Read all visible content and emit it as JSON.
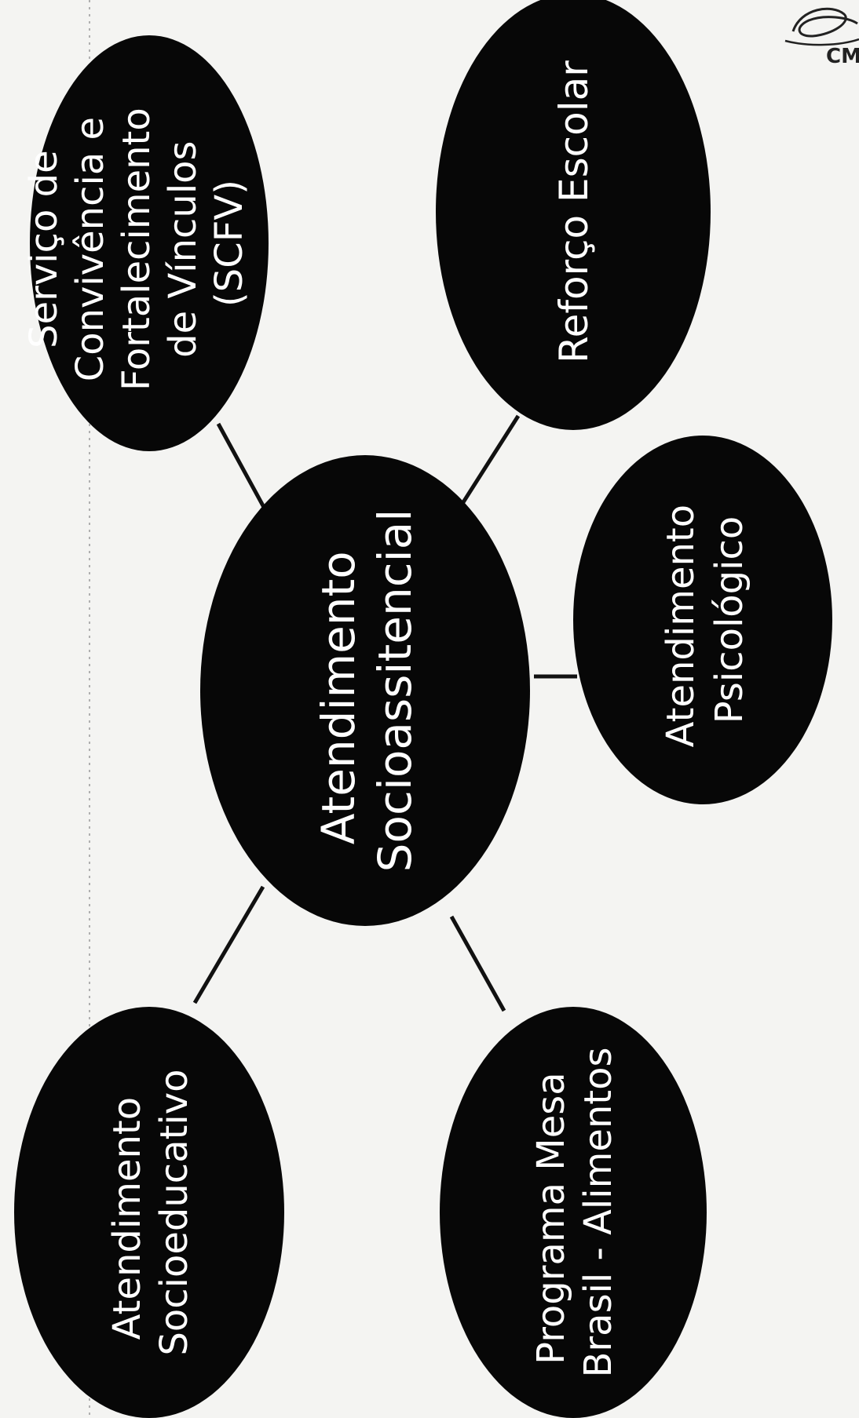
{
  "diagram": {
    "center": {
      "lines": [
        "Atendimento",
        "Socioassitencial"
      ]
    },
    "nodes": {
      "scfv": {
        "lines": [
          "Serviço de",
          "Convivência e",
          "Fortalecimento",
          "de Vínculos",
          "(SCFV)"
        ]
      },
      "reforco": {
        "lines": [
          "Reforço Escolar"
        ]
      },
      "psicologico": {
        "lines": [
          "Atendimento",
          "Psicológico"
        ]
      },
      "socioeducativo": {
        "lines": [
          "Atendimento",
          "Socioeducativo"
        ]
      },
      "mesa": {
        "lines": [
          "Programa Mesa",
          "Brasil - Alimentos"
        ]
      }
    }
  },
  "stamp": {
    "label": "CM"
  }
}
